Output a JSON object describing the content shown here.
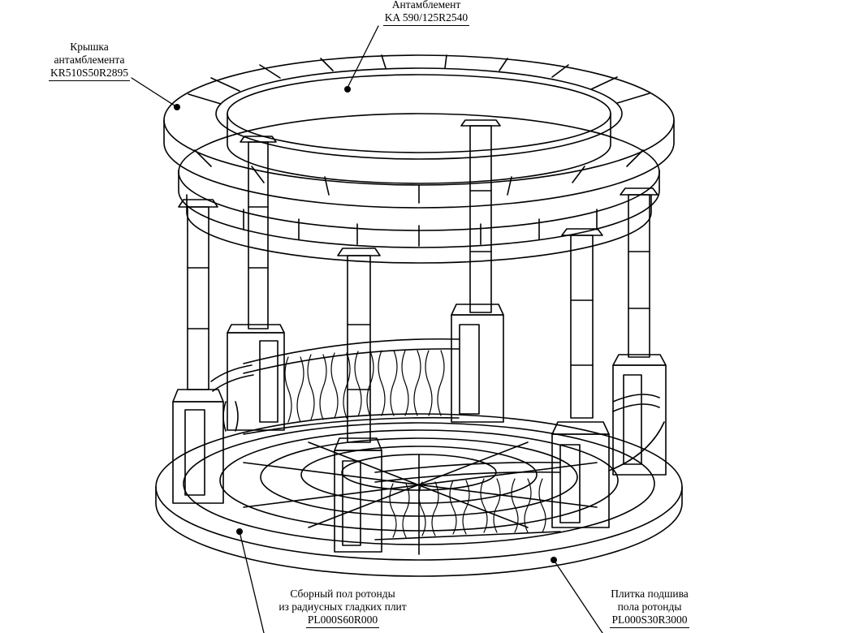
{
  "labels": {
    "entablature": {
      "title": "Антамблемент",
      "code": "KA 590/125R2540"
    },
    "entablature_cap": {
      "line1": "Крышка",
      "line2": "антамблемента",
      "code": "KR510S50R2895"
    },
    "floor": {
      "line1": "Сборный пол ротонды",
      "line2": "из радиусных гладких плит",
      "code": "PL000S60R000"
    },
    "floor_tile": {
      "line1": "Плитка подшива",
      "line2": "пола ротонды",
      "code": "PL000S30R3000"
    }
  },
  "colors": {
    "line": "#000000",
    "background": "#ffffff"
  }
}
